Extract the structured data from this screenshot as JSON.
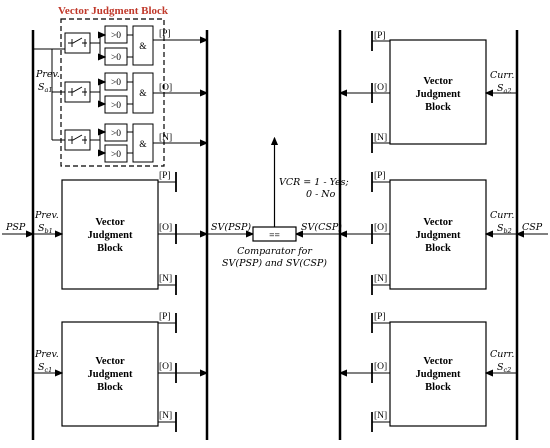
{
  "inner_title": "Vector Judgment Block",
  "block_lines": [
    "Vector",
    "Judgment",
    "Block"
  ],
  "ports": [
    "[P]",
    "[O]",
    "[N]"
  ],
  "gt_zero": ">0",
  "and_sym": "&",
  "prev_label": "Prev.",
  "curr_label": "Curr.",
  "s_a1": "a1",
  "s_a2": "a2",
  "s_b1": "b1",
  "s_b2": "b2",
  "s_c1": "c1",
  "s_c2": "c2",
  "S": "S",
  "psp": "PSP",
  "csp": "CSP",
  "sv_psp": "SV(PSP)",
  "sv_csp": "SV(CSP)",
  "comp_sym": "==",
  "vcr_line1": "VCR = 1 - Yes;",
  "vcr_line2": "0 - No",
  "comparator_line1": "Comparator for",
  "comparator_line2": "SV(PSP) and SV(CSP)",
  "colors": {
    "title_red": "#c0392b",
    "dashed_border": "#8b2e1f",
    "line": "#000000"
  }
}
